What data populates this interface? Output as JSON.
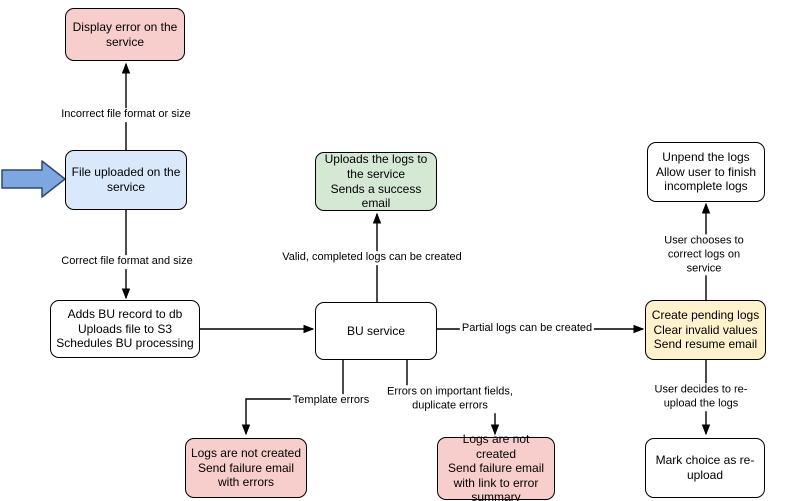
{
  "diagram": {
    "background_color": "#ffffff",
    "connector_color": "#000000",
    "entry_arrow": {
      "fill": "#7ea6e0",
      "stroke": "#2d4a6e"
    },
    "node_colors": {
      "error": "#f8cecc",
      "input": "#dae8fc",
      "success": "#d5e8d4",
      "pending": "#fff2cc",
      "neutral": "#ffffff"
    },
    "nodes": [
      {
        "id": "display-error",
        "label": "Display error on the\nservice"
      },
      {
        "id": "file-uploaded",
        "label": "File uploaded on the\nservice"
      },
      {
        "id": "adds-bu-record",
        "label": "Adds BU record to db\nUploads file to S3\nSchedules BU processing"
      },
      {
        "id": "uploads-logs-success",
        "label": "Uploads the logs to\nthe service\nSends a success\nemail"
      },
      {
        "id": "bu-service",
        "label": "BU service"
      },
      {
        "id": "unpend-logs",
        "label": "Unpend the logs\nAllow user to finish\nincomplete logs"
      },
      {
        "id": "create-pending-logs",
        "label": "Create pending logs\nClear invalid values\nSend resume email"
      },
      {
        "id": "mark-choice-reupload",
        "label": "Mark choice as re-\nupload"
      },
      {
        "id": "logs-not-created-errors",
        "label": "Logs are not created\nSend failure email\nwith errors"
      },
      {
        "id": "logs-not-created-summary",
        "label": "Logs are not created\nSend failure email\nwith link to error\nsummary"
      }
    ],
    "edge_labels": [
      {
        "id": "incorrect-format",
        "text": "Incorrect file format or size"
      },
      {
        "id": "correct-format",
        "text": "Correct file format and size"
      },
      {
        "id": "valid-logs",
        "text": "Valid, completed logs can be created"
      },
      {
        "id": "partial-logs",
        "text": "Partial logs can be created"
      },
      {
        "id": "template-errors",
        "text": "Template errors"
      },
      {
        "id": "important-field-errors",
        "text": "Errors on important fields,\nduplicate errors"
      },
      {
        "id": "user-corrects",
        "text": "User chooses to correct logs on service"
      },
      {
        "id": "user-reuploads",
        "text": "User decides to re-upload the logs"
      }
    ]
  }
}
